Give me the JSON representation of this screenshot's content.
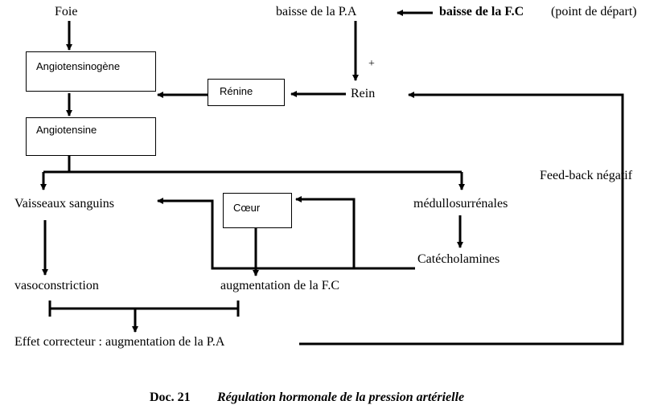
{
  "nodes": {
    "foie": "Foie",
    "baisse_pa": "baisse de la P.A",
    "baisse_fc": "baisse de la F.C",
    "point_depart": "(point de départ)",
    "plus": "+",
    "angiotensinogene": "Angiotensinogène",
    "renine": "Rénine",
    "rein": "Rein",
    "angiotensine": "Angiotensine",
    "feedback": "Feed-back négatif",
    "vaisseaux": "Vaisseaux sanguins",
    "coeur": "Cœur",
    "medullo": "médullosurrénales",
    "catecho": "Catécholamines",
    "vasoconstriction": "vasoconstriction",
    "augmentation_fc": "augmentation de la F.C",
    "effet": "Effet correcteur : augmentation de la P.A"
  },
  "caption": {
    "doc": "Doc.  21",
    "title": "Régulation hormonale de la pression artérielle"
  }
}
